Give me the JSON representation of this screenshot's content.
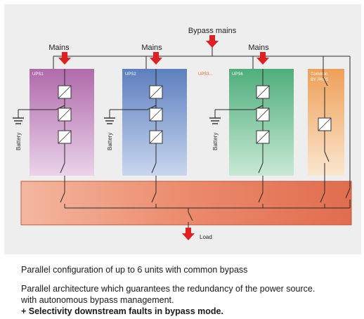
{
  "diagram": {
    "bypass_mains_label": "Bypass mains",
    "mains_label": "Mains",
    "ups_units": [
      {
        "label": "UPS1",
        "color": "#c47fc0"
      },
      {
        "label": "UPS2",
        "color": "#7c9bd1"
      },
      {
        "label": "UPS6",
        "color": "#6fbd92"
      }
    ],
    "ellipsis_label": "UPS3...",
    "ellipsis_color": "#e86a1e",
    "common_bypass_label": [
      "Common",
      "BY PASS"
    ],
    "common_bypass_color": "#efac62",
    "battery_label": "Battery",
    "load_label": "Load",
    "arrow_color": "#e02020",
    "bus_panel_color": "#e8866a"
  },
  "captions": {
    "line1": "Parallel configuration of up to 6 units with common bypass",
    "line2": "Parallel architecture which guarantees the redundancy of the power source.",
    "line3": "with autonomous bypass management.",
    "line4": "+ Selectivity downstream faults in bypass mode."
  }
}
